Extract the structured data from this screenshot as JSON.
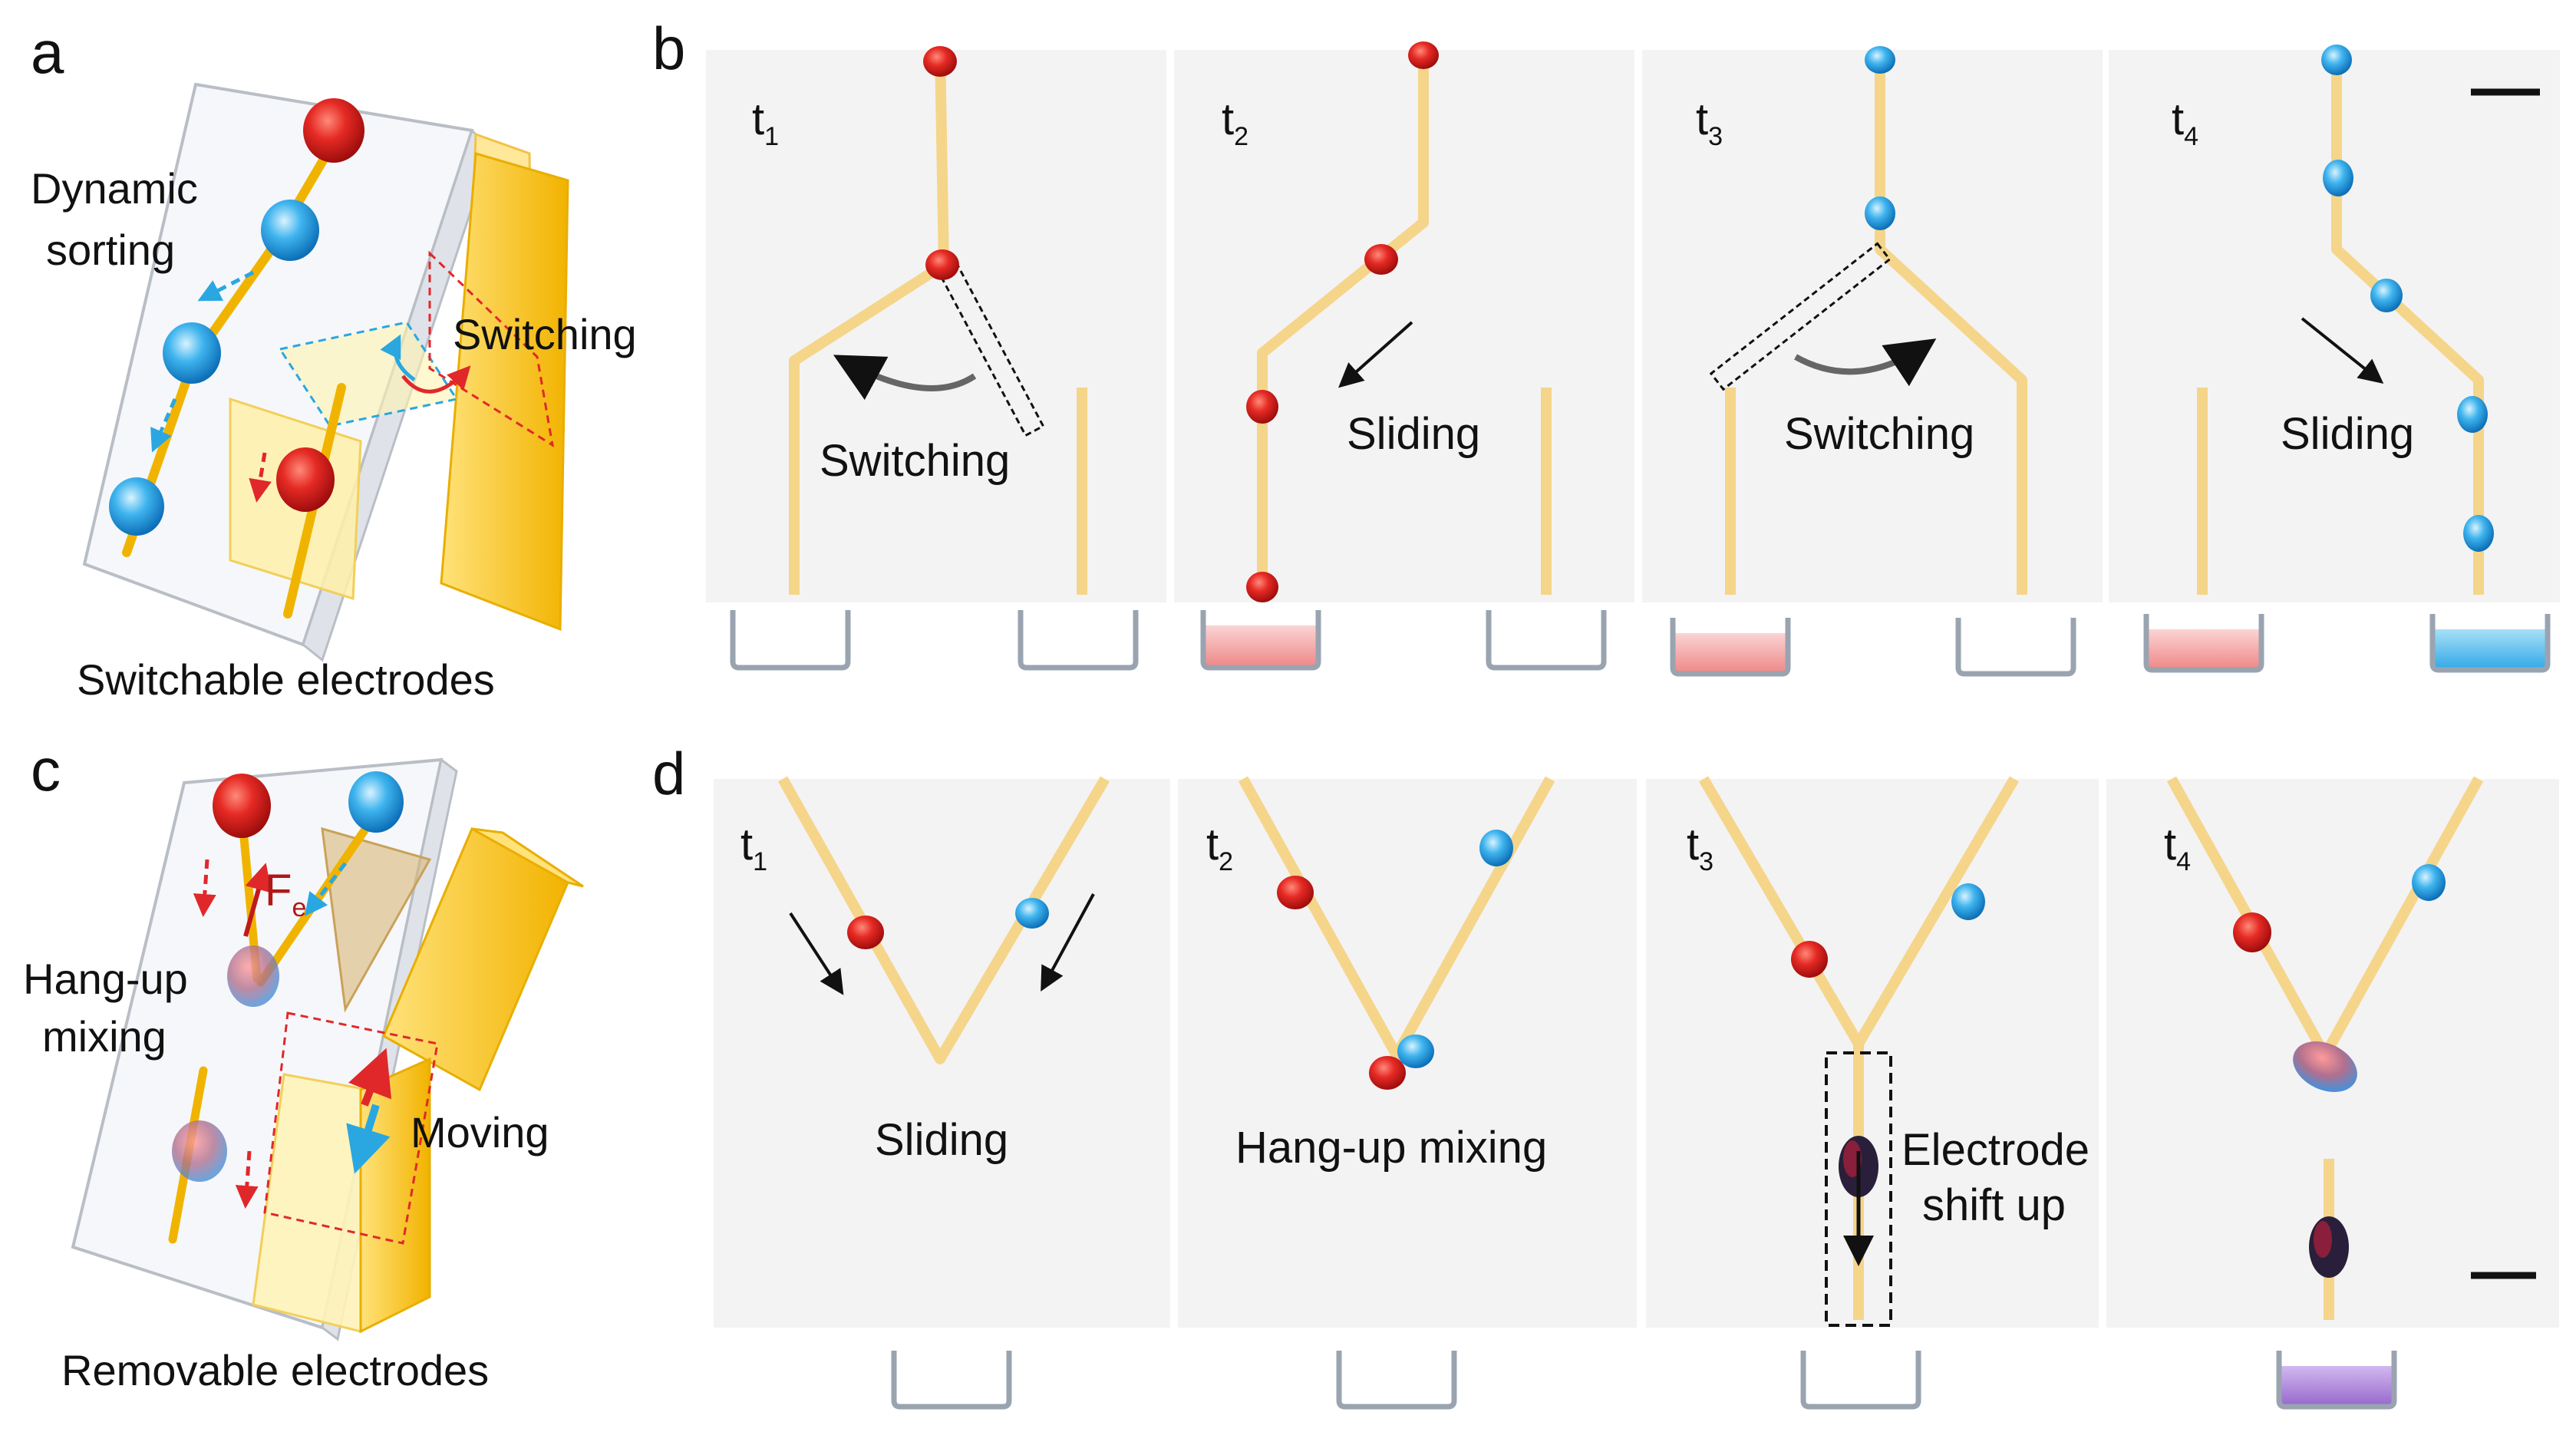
{
  "panels": {
    "a": {
      "letter": "a",
      "labels": {
        "dynamic_sorting_1": "Dynamic",
        "dynamic_sorting_2": "sorting",
        "switching": "Switching"
      },
      "caption": "Switchable electrodes"
    },
    "b": {
      "letter": "b",
      "frames": [
        {
          "time": "t",
          "sub": "1",
          "annotation": "Switching",
          "left_reservoir": "empty",
          "right_reservoir": "empty"
        },
        {
          "time": "t",
          "sub": "2",
          "annotation": "Sliding",
          "left_reservoir": "red",
          "right_reservoir": "empty"
        },
        {
          "time": "t",
          "sub": "3",
          "annotation": "Switching",
          "left_reservoir": "red",
          "right_reservoir": "empty"
        },
        {
          "time": "t",
          "sub": "4",
          "annotation": "Sliding",
          "left_reservoir": "red",
          "right_reservoir": "blue"
        }
      ]
    },
    "c": {
      "letter": "c",
      "labels": {
        "force": "F",
        "force_sub": "e",
        "hangup_1": "Hang-up",
        "hangup_2": "mixing",
        "moving": "Moving"
      },
      "caption": "Removable electrodes"
    },
    "d": {
      "letter": "d",
      "frames": [
        {
          "time": "t",
          "sub": "1",
          "annotation": "Sliding",
          "reservoir": "empty"
        },
        {
          "time": "t",
          "sub": "2",
          "annotation": "Hang-up mixing",
          "reservoir": "empty"
        },
        {
          "time": "t",
          "sub": "3",
          "annotation_1": "Electrode",
          "annotation_2": "shift up",
          "reservoir": "empty"
        },
        {
          "time": "t",
          "sub": "4",
          "reservoir": "purple"
        }
      ]
    }
  },
  "colors": {
    "electrode": "#f5d58a",
    "electrode_dark": "#f0b400",
    "droplet_red": "#d81f1f",
    "droplet_blue": "#1c8fe0",
    "reservoir_red": "#f29a9a",
    "reservoir_blue": "#52b8ec",
    "reservoir_purple": "#a97fd6",
    "arrow_cyan": "#2aa7e0",
    "arrow_red": "#e0282a",
    "frame_bg": "#f3f3f3"
  }
}
